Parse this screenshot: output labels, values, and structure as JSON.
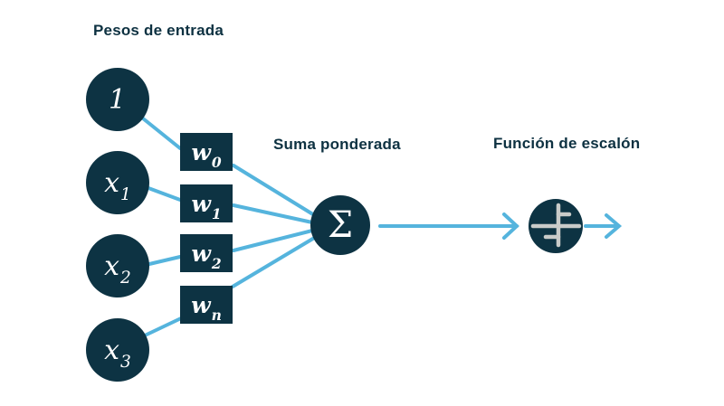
{
  "titles": {
    "weights": "Pesos de entrada",
    "sum": "Suma ponderada",
    "activation": "Función de escalón"
  },
  "nodes": {
    "inputs": [
      {
        "base": "1",
        "sub": ""
      },
      {
        "base": "x",
        "sub": "1"
      },
      {
        "base": "x",
        "sub": "2"
      },
      {
        "base": "x",
        "sub": "3"
      }
    ],
    "weights": [
      {
        "base": "w",
        "sub": "0"
      },
      {
        "base": "w",
        "sub": "1"
      },
      {
        "base": "w",
        "sub": "2"
      },
      {
        "base": "w",
        "sub": "n"
      }
    ],
    "sum": {
      "symbol": "Σ"
    },
    "activation": {
      "icon": "step-function-icon"
    }
  },
  "edges": [
    {
      "from": "input-bias",
      "to": "weight-w0"
    },
    {
      "from": "input-x1",
      "to": "weight-w1"
    },
    {
      "from": "input-x2",
      "to": "weight-w2"
    },
    {
      "from": "input-x3",
      "to": "weight-wn"
    },
    {
      "from": "weight-w0",
      "to": "sum"
    },
    {
      "from": "weight-w1",
      "to": "sum"
    },
    {
      "from": "weight-w2",
      "to": "sum"
    },
    {
      "from": "weight-wn",
      "to": "sum"
    },
    {
      "from": "sum",
      "to": "activation"
    },
    {
      "from": "activation",
      "to": "output"
    }
  ],
  "colors": {
    "node_fill": "#0d3343",
    "connector_blue": "#55b4dd",
    "icon_gray": "#c9cbc9",
    "title_text": "#0d3141",
    "background": "#ffffff"
  }
}
